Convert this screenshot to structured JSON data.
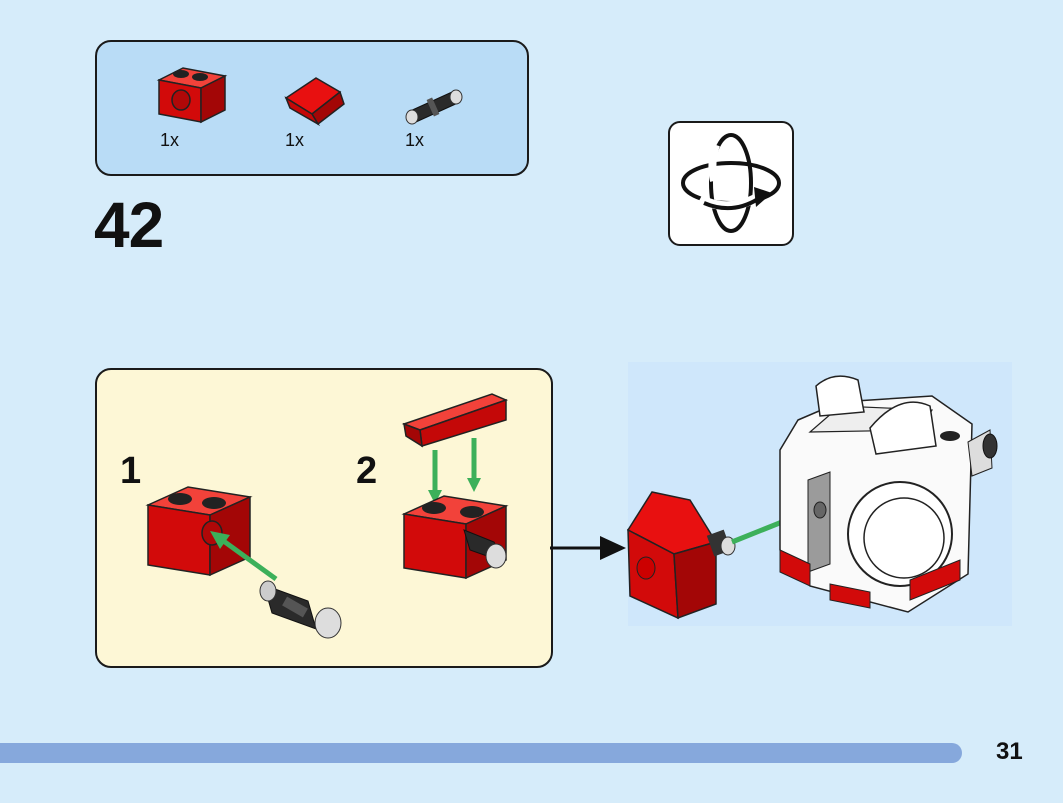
{
  "parts_list": {
    "items": [
      {
        "icon": "red-technic-brick-icon",
        "count": "1x"
      },
      {
        "icon": "red-slope-tile-icon",
        "count": "1x"
      },
      {
        "icon": "black-technic-pin-icon",
        "count": "1x"
      }
    ]
  },
  "step": {
    "number": "42"
  },
  "rotate_icon": "rotate-model-icon",
  "substeps": [
    {
      "number": "1"
    },
    {
      "number": "2"
    }
  ],
  "colors": {
    "background": "#d6ecfa",
    "parts_box": "#b9dcf6",
    "substep_box": "#fdf7d6",
    "brick_red": "#dd0a0a",
    "arrow_green": "#3cb05a",
    "progress_bar": "#86a8dc"
  },
  "page": {
    "number": "31",
    "progress": 0.9
  }
}
